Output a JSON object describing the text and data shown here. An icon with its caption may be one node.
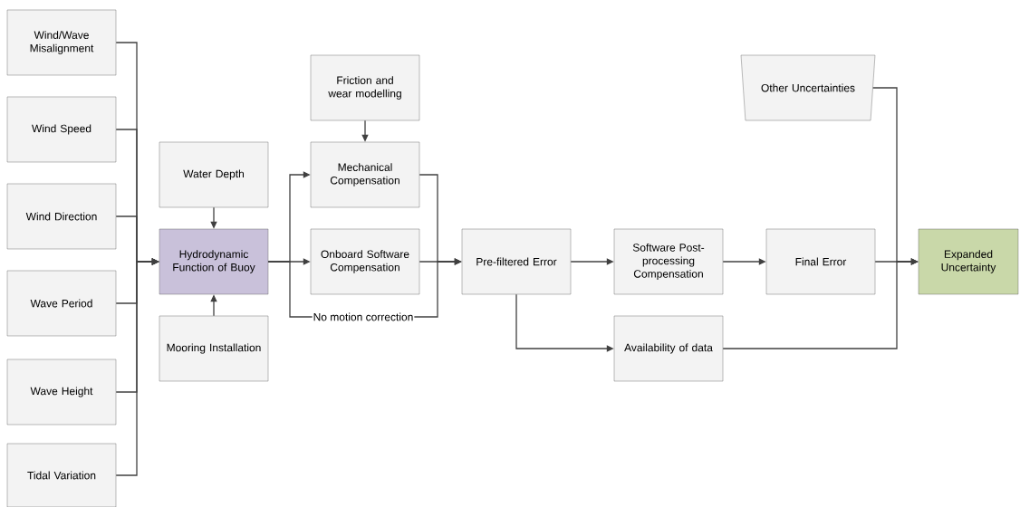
{
  "diagram": {
    "nodes": [
      {
        "text": [
          "Wind/Wave Misalignment"
        ]
      },
      {
        "text": [
          "Wind Speed"
        ]
      },
      {
        "text": [
          "Wind Direction"
        ]
      },
      {
        "text": [
          "Wave Period"
        ]
      },
      {
        "text": [
          "Wave Height"
        ]
      },
      {
        "text": [
          "Tidal Variation"
        ]
      },
      {
        "text": [
          "Water Depth"
        ]
      },
      {
        "text": [
          "Hydrodynamic Function of Buoy"
        ]
      },
      {
        "text": [
          "Mooring Installation"
        ]
      },
      {
        "text": [
          "Friction and wear modelling"
        ]
      },
      {
        "text": [
          "Mechanical Compensation"
        ]
      },
      {
        "text": [
          "Onboard Software Compensation"
        ]
      },
      {
        "text": [
          "Pre-filtered Error"
        ]
      },
      {
        "text": [
          "Software Post-processing Compensation"
        ]
      },
      {
        "text": [
          "Final Error"
        ]
      },
      {
        "text": [
          "Expanded Uncertainty"
        ]
      },
      {
        "text": [
          "Other Uncertainties"
        ]
      },
      {
        "text": [
          "Availability of data"
        ]
      }
    ],
    "edges": [
      {
        "from": 0,
        "to": 7,
        "arrow": "to"
      },
      {
        "from": 1,
        "to": 7,
        "arrow": "to"
      },
      {
        "from": 2,
        "to": 7,
        "arrow": "to"
      },
      {
        "from": 3,
        "to": 7,
        "arrow": "to"
      },
      {
        "from": 4,
        "to": 7,
        "arrow": "to"
      },
      {
        "from": 5,
        "to": 7,
        "arrow": "to"
      },
      {
        "from": 6,
        "to": 7,
        "arrow": "to"
      },
      {
        "from": 8,
        "to": 7,
        "arrow": "to"
      },
      {
        "from": 9,
        "to": 10,
        "arrow": "to"
      },
      {
        "from": 7,
        "to": 10,
        "arrow": "to"
      },
      {
        "from": 7,
        "to": 11,
        "arrow": "to"
      },
      {
        "from": 7,
        "to": 12,
        "arrow": "to",
        "label": "No motion correction"
      },
      {
        "from": 10,
        "to": 12,
        "arrow": "to"
      },
      {
        "from": 11,
        "to": 12,
        "arrow": "to"
      },
      {
        "from": 12,
        "to": 13,
        "arrow": "to"
      },
      {
        "from": 13,
        "to": 14,
        "arrow": "to"
      },
      {
        "from": 14,
        "to": 15,
        "arrow": "to"
      },
      {
        "from": 16,
        "to": 15,
        "arrow": "to"
      },
      {
        "from": 12,
        "to": 17,
        "arrow": "to"
      },
      {
        "from": 17,
        "to": 15,
        "arrow": "to"
      }
    ]
  }
}
